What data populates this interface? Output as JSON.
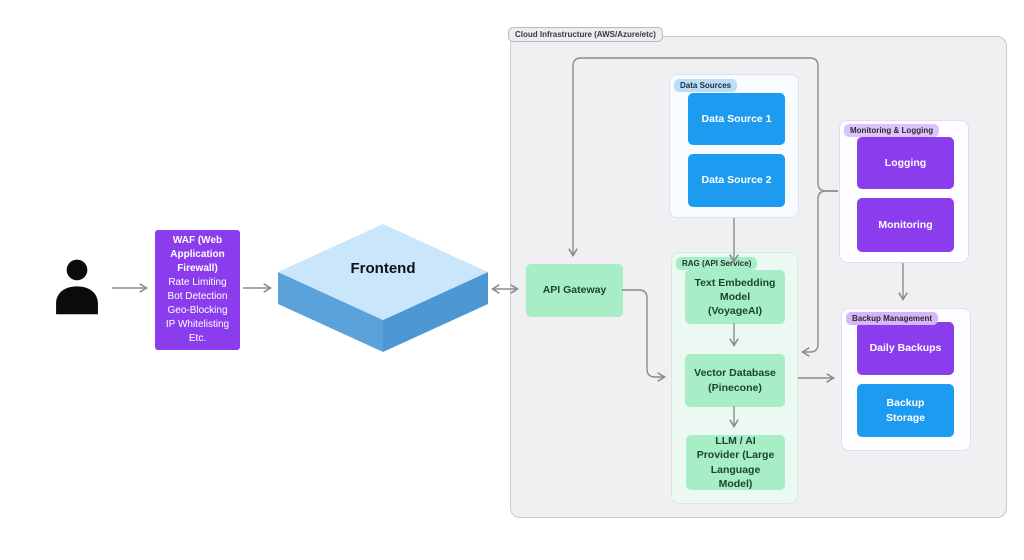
{
  "colors": {
    "purple_node": "#8B3DEE",
    "blue_node": "#1D9BF0",
    "green_node": "#A7EEC6",
    "rag_group_bg": "#ECF9F2",
    "cloud_bg": "#F0F0F3",
    "frontend_top": "#C9E6FA",
    "frontend_side": "#5BA1DA",
    "arrow": "#8C8C8C"
  },
  "icons": {
    "user": "user-silhouette"
  },
  "waf": {
    "title": "WAF (Web Application Firewall)",
    "features": [
      "Rate Limiting",
      "Bot Detection",
      "Geo-Blocking",
      "IP Whitelisting",
      "Etc."
    ]
  },
  "frontend": {
    "label": "Frontend"
  },
  "cloud": {
    "label": "Cloud Infrastructure (AWS/Azure/etc)",
    "api_gateway": {
      "label": "API Gateway"
    },
    "groups": {
      "data_sources": {
        "label": "Data Sources",
        "nodes": [
          "Data Source 1",
          "Data Source 2"
        ]
      },
      "rag": {
        "label": "RAG (API Service)",
        "nodes": [
          "Text Embedding Model (VoyageAI)",
          "Vector Database (Pinecone)",
          "LLM / AI Provider (Large Language Model)"
        ]
      },
      "monitoring_logging": {
        "label": "Monitoring & Logging",
        "nodes": [
          "Logging",
          "Monitoring"
        ]
      },
      "backup": {
        "label": "Backup Management",
        "nodes": [
          "Daily Backups",
          "Backup Storage"
        ]
      }
    }
  }
}
